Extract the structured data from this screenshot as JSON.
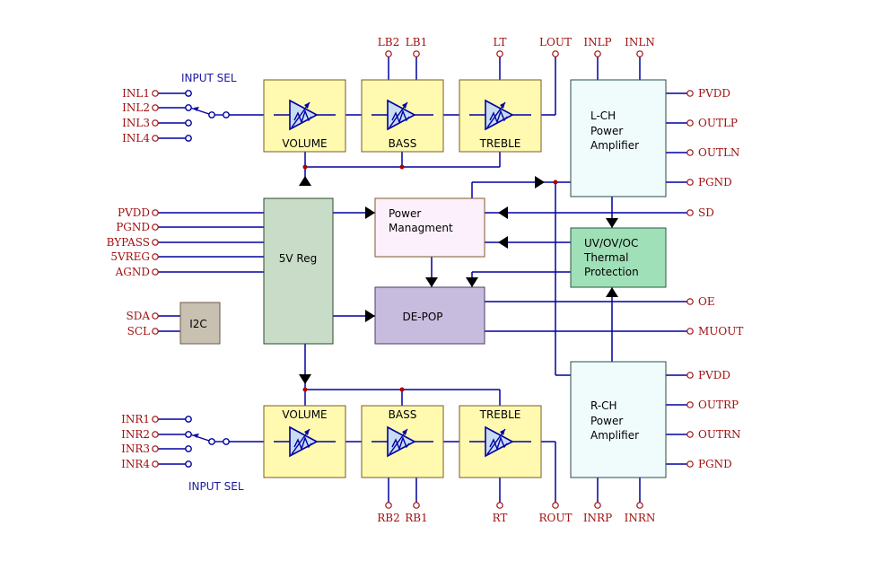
{
  "colors": {
    "wire": "#0000a0",
    "pin_text": "#a01010",
    "sel_text": "#1a1aa0",
    "stage_fill": "#fffab0",
    "reg_fill": "#c8dcc8",
    "power_mgmt_fill": "#fdf0fd",
    "depop_fill": "#c8bcde",
    "amp_fill": "#f0fcfc",
    "prot_fill": "#a0e0b8",
    "i2c_fill": "#c8c0b0",
    "node": "#b00000"
  },
  "blocks": {
    "volume_l": "VOLUME",
    "bass_l": "BASS",
    "treble_l": "TREBLE",
    "volume_r": "VOLUME",
    "bass_r": "BASS",
    "treble_r": "TREBLE",
    "reg": "5V Reg",
    "power_mgmt": [
      "Power",
      "Managment"
    ],
    "depop": "DE-POP",
    "protection": [
      "UV/OV/OC",
      "Thermal",
      "Protection"
    ],
    "lch_amp": [
      "L-CH",
      "Power",
      "Amplifier"
    ],
    "rch_amp": [
      "R-CH",
      "Power",
      "Amplifier"
    ],
    "i2c": "I2C"
  },
  "input_sel_top": "INPUT SEL",
  "input_sel_bottom": "INPUT SEL",
  "pins": {
    "inl": [
      "INL1",
      "INL2",
      "INL3",
      "INL4"
    ],
    "inr": [
      "INR1",
      "INR2",
      "INR3",
      "INR4"
    ],
    "reg_pins": [
      "PVDD",
      "PGND",
      "BYPASS",
      "5VREG",
      "AGND"
    ],
    "i2c_pins": [
      "SDA",
      "SCL"
    ],
    "top": [
      "LB2",
      "LB1",
      "LT",
      "LOUT",
      "INLP",
      "INLN"
    ],
    "bottom": [
      "RB2",
      "RB1",
      "RT",
      "ROUT",
      "INRP",
      "INRN"
    ],
    "right_l": [
      "PVDD",
      "OUTLP",
      "OUTLN",
      "PGND"
    ],
    "right_mid": [
      "SD",
      "OE",
      "MUOUT"
    ],
    "right_r": [
      "PVDD",
      "OUTRP",
      "OUTRN",
      "PGND"
    ]
  }
}
